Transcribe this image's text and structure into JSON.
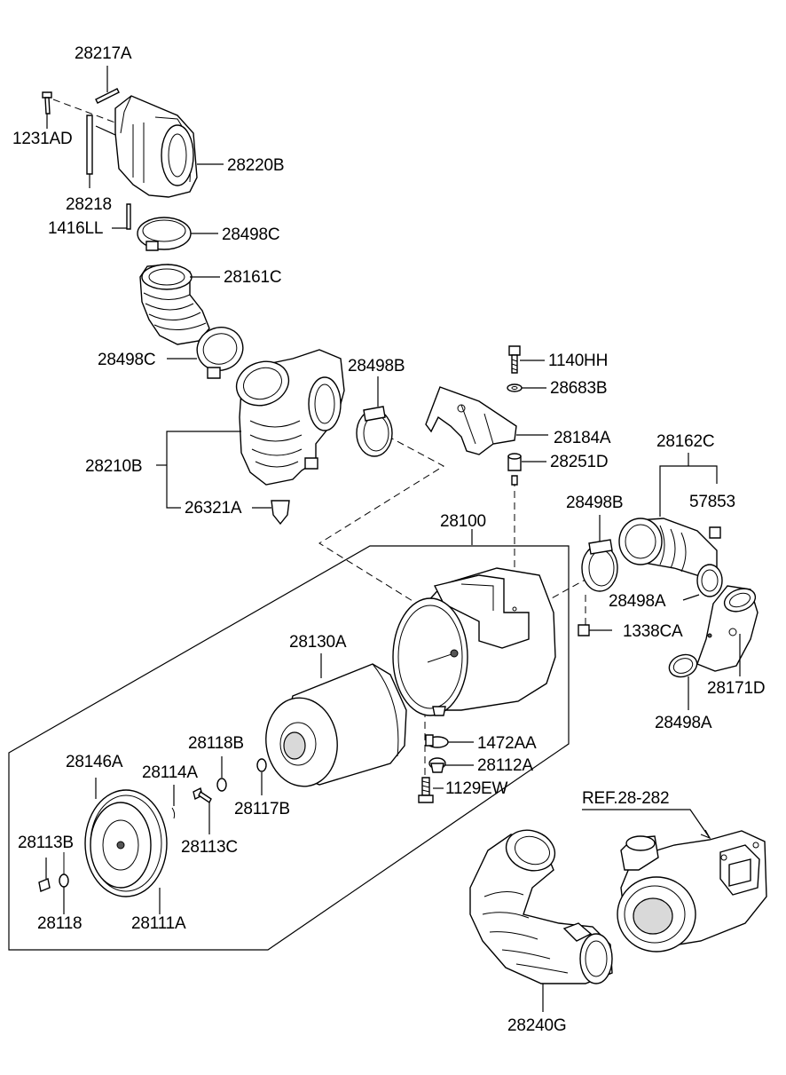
{
  "diagram": {
    "labels": {
      "p28217A": "28217A",
      "p1231AD": "1231AD",
      "p28220B": "28220B",
      "p28218_top": "28218",
      "p1416LL": "1416LL",
      "p28498C_top": "28498C",
      "p28161C": "28161C",
      "p28498C_mid": "28498C",
      "p28498B_mid": "28498B",
      "p28210B": "28210B",
      "p26321A": "26321A",
      "p1140HH": "1140HH",
      "p28683B": "28683B",
      "p28184A": "28184A",
      "p28251D": "28251D",
      "p28162C": "28162C",
      "p28498B_right": "28498B",
      "p57853": "57853",
      "p28100": "28100",
      "p28498A_mid": "28498A",
      "p1338CA": "1338CA",
      "p28130A": "28130A",
      "p28171D": "28171D",
      "p28498A_low": "28498A",
      "p28118B": "28118B",
      "p1472AA": "1472AA",
      "p28146A": "28146A",
      "p28114A": "28114A",
      "p28112A": "28112A",
      "p1129EW": "1129EW",
      "p28117B": "28117B",
      "pREF": "REF.28-282",
      "p28113B": "28113B",
      "p28113C": "28113C",
      "p28118_low": "28118",
      "p28111A": "28111A",
      "p28240G": "28240G"
    }
  }
}
